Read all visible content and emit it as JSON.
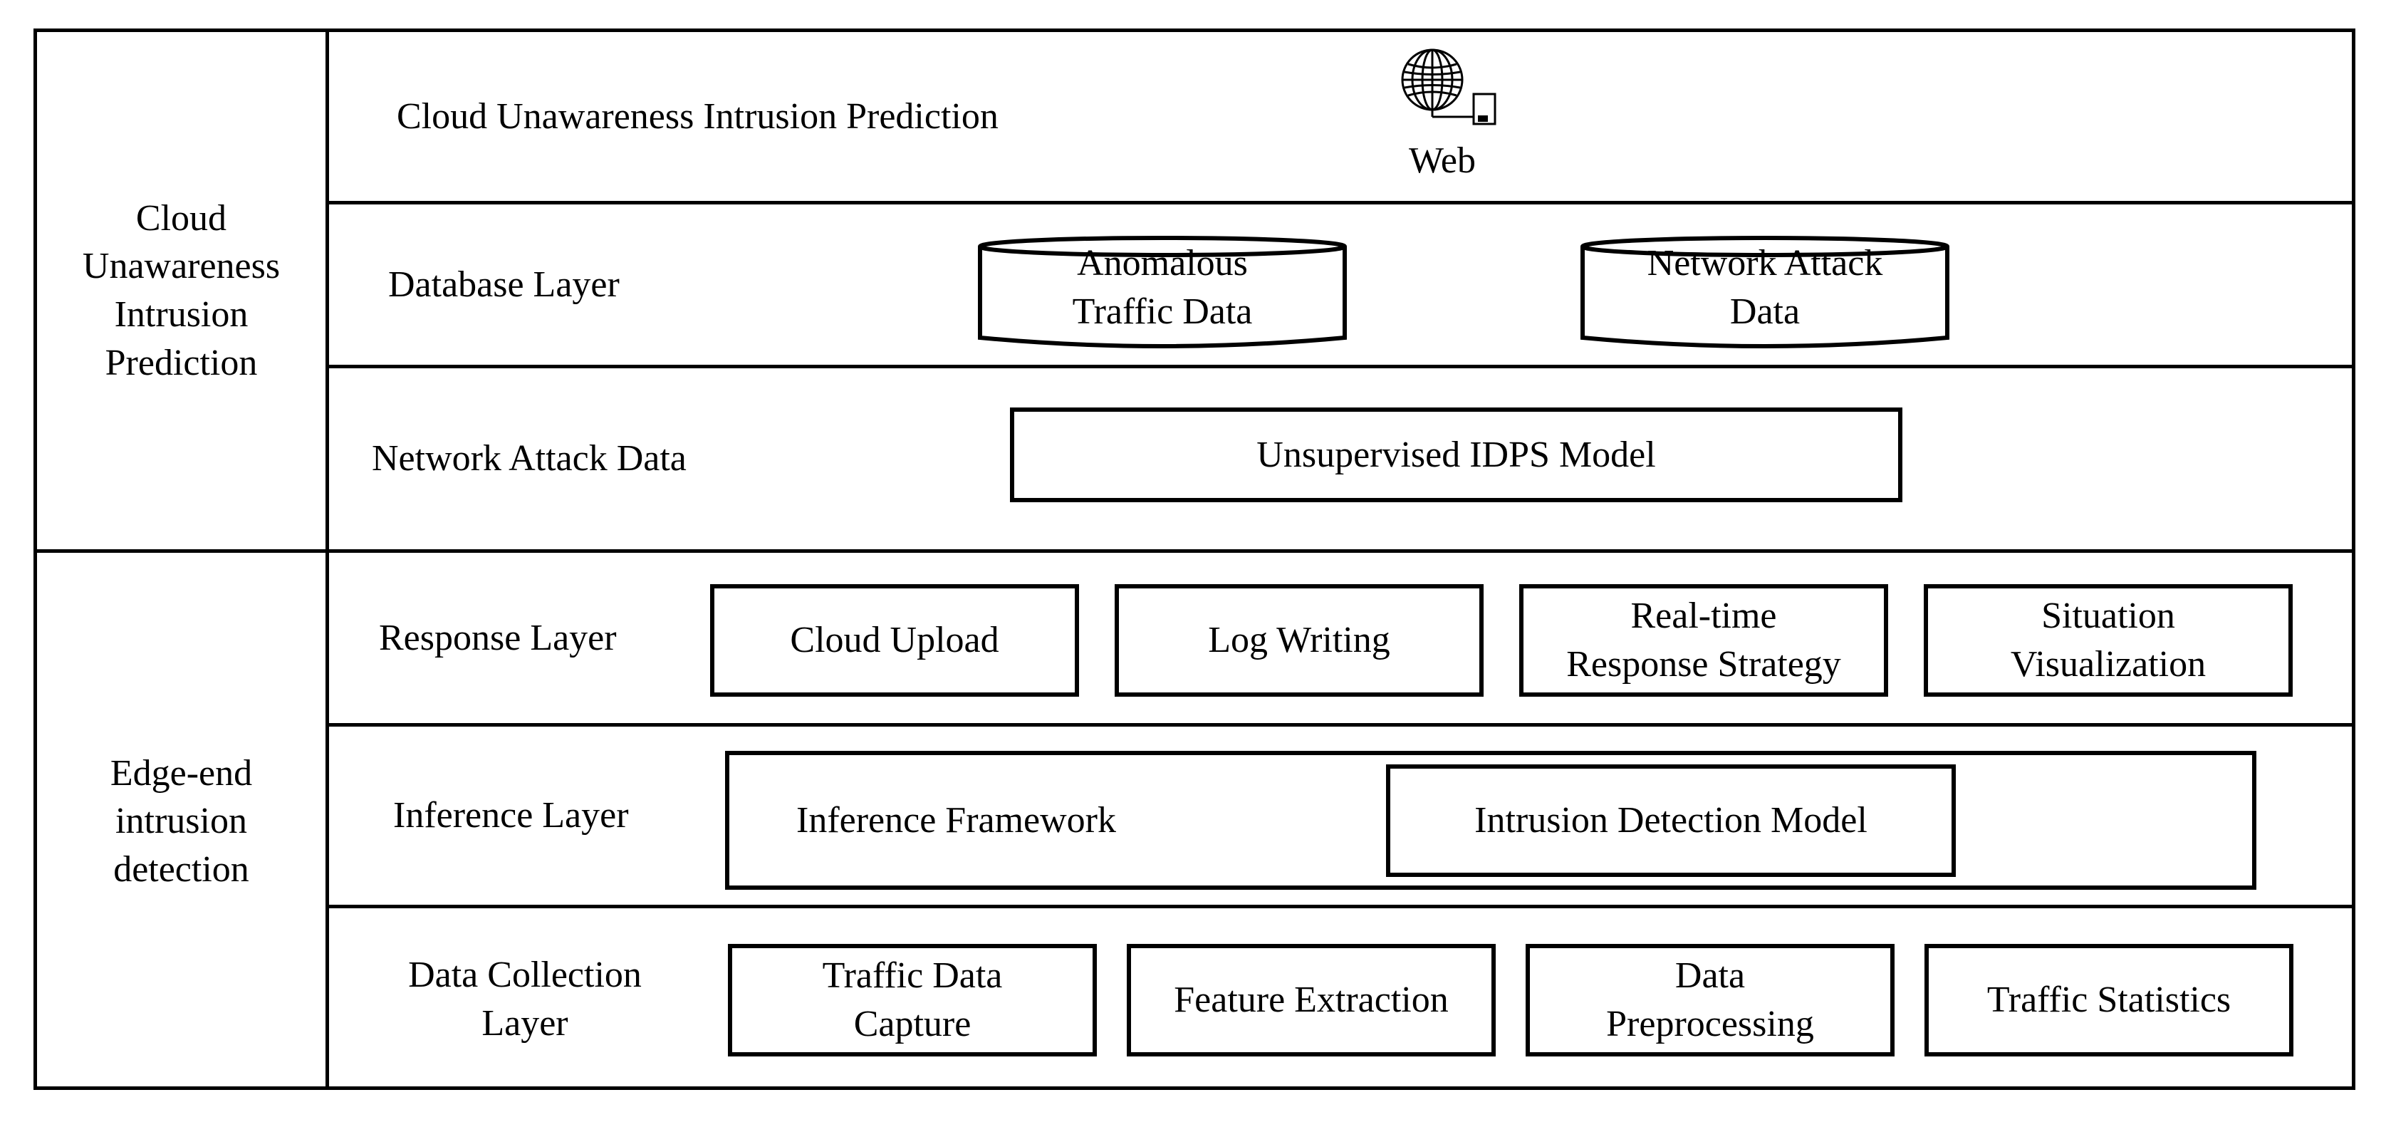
{
  "sections": {
    "cloud": "Cloud\nUnawareness\nIntrusion\nPrediction",
    "edge": "Edge-end\nintrusion\ndetection"
  },
  "layers": {
    "web": {
      "label": "Cloud Unawareness Intrusion Prediction",
      "icon": "globe-web-icon",
      "icon_label": "Web"
    },
    "database": {
      "label": "Database Layer",
      "stores": [
        "Anomalous\nTraffic Data",
        "Network Attack\nData"
      ]
    },
    "model": {
      "label": "Network Attack Data",
      "box": "Unsupervised IDPS Model"
    },
    "response": {
      "label": "Response Layer",
      "items": [
        "Cloud Upload",
        "Log Writing",
        "Real-time\nResponse Strategy",
        "Situation\nVisualization"
      ]
    },
    "inference": {
      "label": "Inference Layer",
      "framework": "Inference Framework",
      "model": "Intrusion Detection Model"
    },
    "collection": {
      "label": "Data Collection\nLayer",
      "items": [
        "Traffic Data\nCapture",
        "Feature Extraction",
        "Data\nPreprocessing",
        "Traffic Statistics"
      ]
    }
  }
}
